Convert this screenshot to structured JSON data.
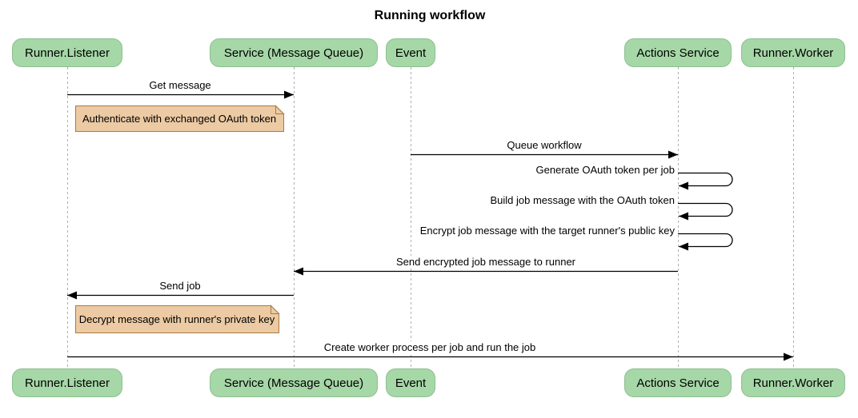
{
  "title": "Running workflow",
  "participants": [
    {
      "label": "Runner.Listener"
    },
    {
      "label": "Service (Message Queue)"
    },
    {
      "label": "Event"
    },
    {
      "label": "Actions Service"
    },
    {
      "label": "Runner.Worker"
    }
  ],
  "messages": [
    {
      "label": "Get message",
      "from": "Runner.Listener",
      "to": "Service (Message Queue)",
      "kind": "arrow"
    },
    {
      "label": "Queue workflow",
      "from": "Event",
      "to": "Actions Service",
      "kind": "arrow"
    },
    {
      "label": "Generate OAuth token per job",
      "from": "Actions Service",
      "to": "Actions Service",
      "kind": "self"
    },
    {
      "label": "Build job message with the OAuth token",
      "from": "Actions Service",
      "to": "Actions Service",
      "kind": "self"
    },
    {
      "label": "Encrypt job message with the target runner's public key",
      "from": "Actions Service",
      "to": "Actions Service",
      "kind": "self"
    },
    {
      "label": "Send encrypted job message to runner",
      "from": "Actions Service",
      "to": "Service (Message Queue)",
      "kind": "arrow"
    },
    {
      "label": "Send job",
      "from": "Service (Message Queue)",
      "to": "Runner.Listener",
      "kind": "arrow"
    },
    {
      "label": "Create worker process per job and run the job",
      "from": "Runner.Listener",
      "to": "Runner.Worker",
      "kind": "arrow"
    }
  ],
  "notes": [
    {
      "label": "Authenticate with exchanged OAuth token",
      "over": "Runner.Listener"
    },
    {
      "label": "Decrypt message with runner's private key",
      "over": "Runner.Listener"
    }
  ],
  "colors": {
    "participant_fill": "#a6d7a7",
    "participant_border": "#8fbf92",
    "note_fill": "#eccaa4",
    "note_border": "#a87b42",
    "lifeline": "#b0b0b0",
    "arrow": "#000000",
    "background": "#ffffff"
  }
}
